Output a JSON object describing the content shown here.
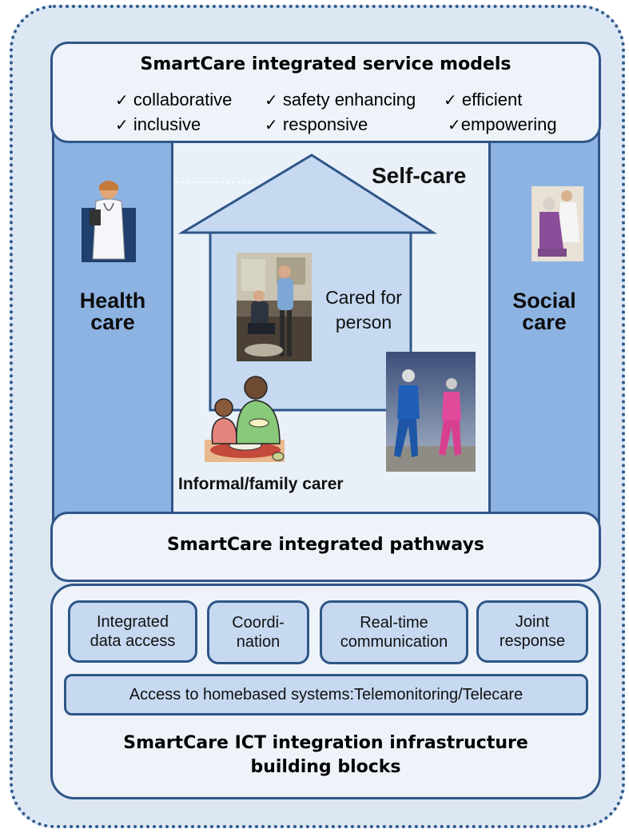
{
  "service_models": {
    "title": "SmartCare integrated service models",
    "qualities": [
      "collaborative",
      "safety enhancing",
      "efficient",
      "inclusive",
      "responsive",
      "empowering"
    ]
  },
  "pillars": {
    "health_line1": "Health",
    "health_line2": "care",
    "social_line1": "Social",
    "social_line2": "care"
  },
  "center": {
    "self_care": "Self-care",
    "cared_for_line1": "Cared for",
    "cared_for_line2": "person",
    "informal_carer": "Informal/family carer"
  },
  "pathways": {
    "title": "SmartCare integrated pathways"
  },
  "infrastructure": {
    "blocks": [
      {
        "line1": "Integrated",
        "line2": "data access"
      },
      {
        "line1": "Coordi-",
        "line2": "nation"
      },
      {
        "line1": "Real-time",
        "line2": "communication"
      },
      {
        "line1": "Joint",
        "line2": "response"
      }
    ],
    "homebased": "Access to homebased systems:Telemonitoring/Telecare",
    "title_line1": "SmartCare ICT integration infrastructure",
    "title_line2": "building blocks"
  },
  "icons": {
    "check": "✓",
    "doctor": "doctor-clipart-icon",
    "carer_elder": "carer-with-elderly-photo",
    "cared_person": "cared-for-person-photo",
    "family_meal": "family-meal-clipart",
    "joggers": "elderly-joggers-photo"
  },
  "colors": {
    "border": "#2f5687",
    "pillar": "#8db3e2",
    "panel": "#eef3fa",
    "block": "#c6d9f1",
    "background": "#dde7f3"
  }
}
